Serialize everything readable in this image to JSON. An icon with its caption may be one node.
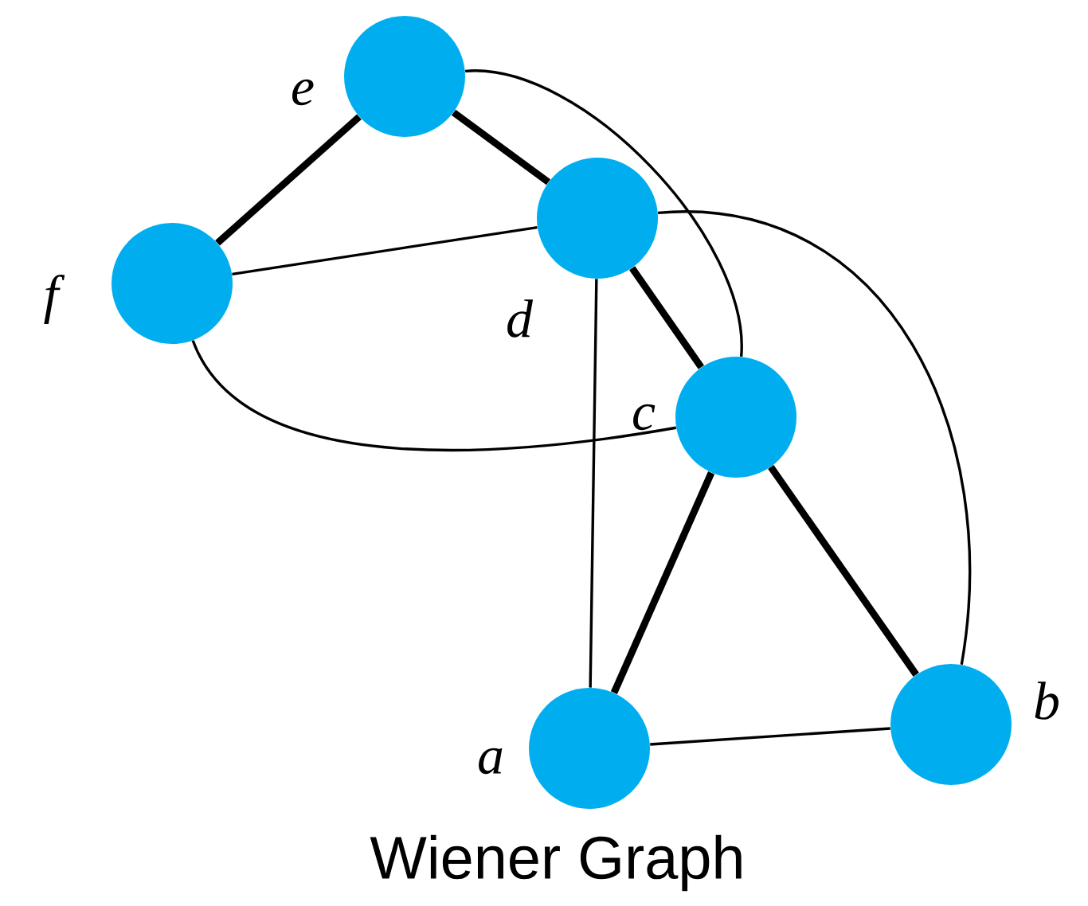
{
  "diagram": {
    "caption": "Wiener Graph",
    "nodes": [
      {
        "text": [],
        "shape": "circle",
        "beside": [
          "e"
        ]
      },
      {
        "text": [],
        "shape": "circle",
        "beside": [
          "d"
        ]
      },
      {
        "text": [],
        "shape": "circle",
        "beside": [
          "f"
        ]
      },
      {
        "text": [],
        "shape": "circle",
        "beside": [
          "c"
        ]
      },
      {
        "text": [],
        "shape": "circle",
        "beside": [
          "a"
        ]
      },
      {
        "text": [],
        "shape": "circle",
        "beside": [
          "b"
        ]
      }
    ],
    "edges": [
      {
        "from": 0,
        "to": 2,
        "arrow": "none",
        "style": "thick"
      },
      {
        "from": 0,
        "to": 1,
        "arrow": "none",
        "style": "thick"
      },
      {
        "from": 0,
        "to": 3,
        "arrow": "none"
      },
      {
        "from": 2,
        "to": 1,
        "arrow": "none"
      },
      {
        "from": 1,
        "to": 3,
        "arrow": "none",
        "style": "thick"
      },
      {
        "from": 1,
        "to": 5,
        "arrow": "none"
      },
      {
        "from": 1,
        "to": 4,
        "arrow": "none"
      },
      {
        "from": 2,
        "to": 3,
        "arrow": "none"
      },
      {
        "from": 3,
        "to": 4,
        "arrow": "none",
        "style": "thick"
      },
      {
        "from": 3,
        "to": 5,
        "arrow": "none",
        "style": "thick"
      },
      {
        "from": 4,
        "to": 5,
        "arrow": "none"
      }
    ]
  }
}
